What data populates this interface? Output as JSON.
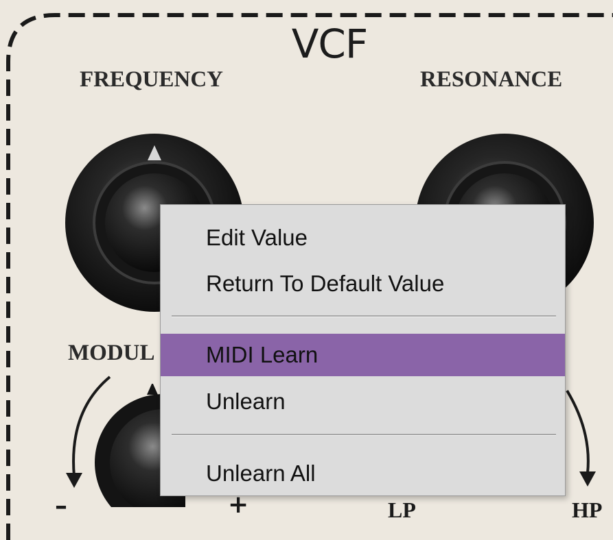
{
  "section": {
    "title": "VCF"
  },
  "knobs": {
    "frequency_label": "FREQUENCY",
    "resonance_label": "RESONANCE",
    "modulation_label": "MODUL"
  },
  "markers": {
    "minus": "–",
    "plus": "+",
    "lp": "LP",
    "hp": "HP"
  },
  "context_menu": {
    "items": [
      {
        "label": "Edit Value"
      },
      {
        "label": "Return To Default Value"
      },
      {
        "label": "MIDI Learn",
        "highlighted": true
      },
      {
        "label": "Unlearn"
      },
      {
        "label": "Unlearn All"
      }
    ],
    "highlight_color": "#8a64a8"
  },
  "colors": {
    "panel": "#ede8df",
    "knob": "#1a1a1a",
    "menu_bg": "#dcdcdc"
  }
}
